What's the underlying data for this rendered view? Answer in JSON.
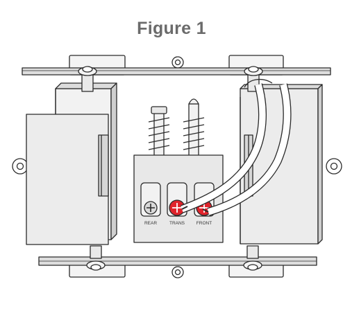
{
  "figure": {
    "title": "Figure 1"
  },
  "terminals": [
    {
      "label": "REAR",
      "color": "#d9d9d9",
      "state": "unwired"
    },
    {
      "label": "TRANS",
      "color": "#e0242c",
      "state": "highlighted"
    },
    {
      "label": "FRONT",
      "color": "#e0242c",
      "state": "highlighted"
    }
  ],
  "colors": {
    "outline": "#2a2a2a",
    "body_fill": "#e6e6e6",
    "highlight": "#e0242c",
    "title": "#6b6b6b"
  }
}
